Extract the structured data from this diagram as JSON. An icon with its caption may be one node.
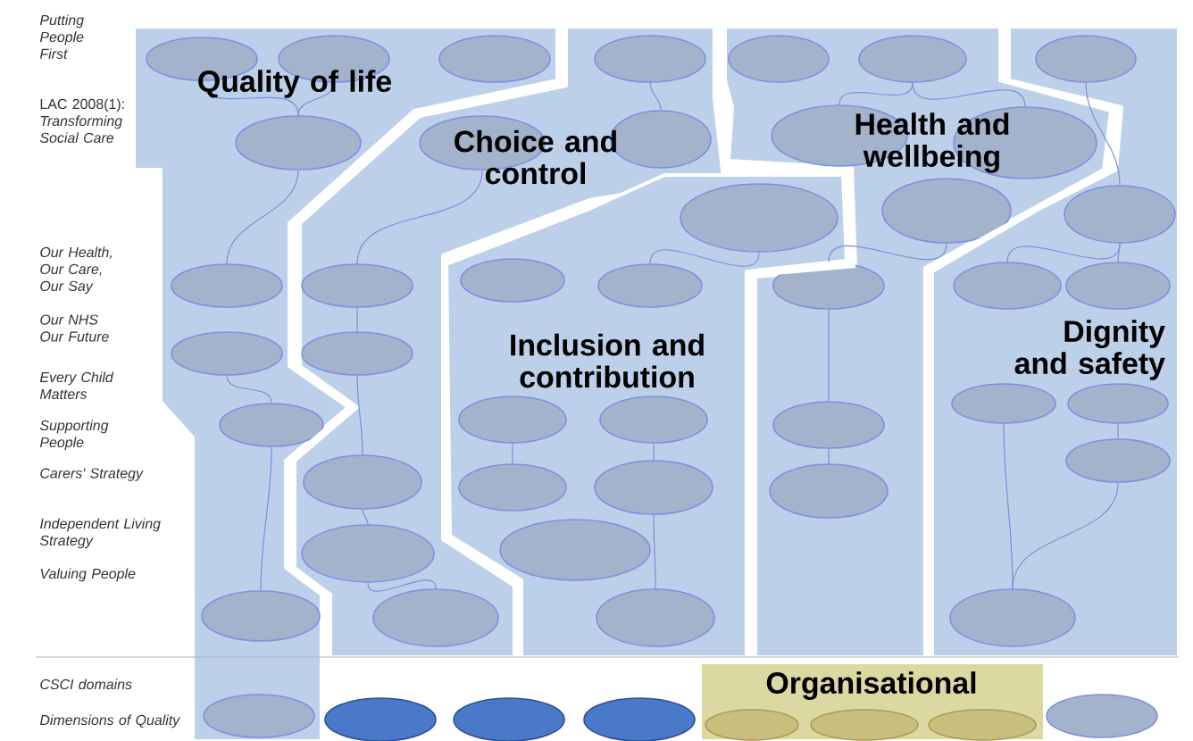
{
  "diagram": {
    "nodes": [
      {
        "text": [
          "Quality of life"
        ]
      },
      {
        "text": [
          "Choice and control"
        ]
      },
      {
        "text": [
          "Inclusion and contribution"
        ]
      },
      {
        "text": [
          "Health and wellbeing"
        ]
      },
      {
        "text": [
          "Dignity and safety"
        ]
      },
      {
        "text": [
          "Organisational"
        ]
      },
      {
        "text": [],
        "shape": "ellipse",
        "in": 0
      },
      {
        "text": [],
        "shape": "ellipse",
        "in": 0
      },
      {
        "text": [],
        "shape": "ellipse",
        "in": 0
      },
      {
        "text": [],
        "shape": "ellipse",
        "in": 0
      },
      {
        "text": [],
        "shape": "ellipse",
        "in": 0
      },
      {
        "text": [],
        "shape": "ellipse",
        "in": 0
      },
      {
        "text": [],
        "shape": "ellipse",
        "in": 0
      },
      {
        "text": [],
        "shape": "ellipse",
        "in": 0
      },
      {
        "text": [],
        "shape": "ellipse",
        "in": 0
      },
      {
        "text": [],
        "shape": "ellipse",
        "in": 1
      },
      {
        "text": [],
        "shape": "ellipse",
        "in": 1
      },
      {
        "text": [],
        "shape": "ellipse",
        "in": 1
      },
      {
        "text": [],
        "shape": "ellipse",
        "in": 1
      },
      {
        "text": [],
        "shape": "ellipse",
        "in": 1
      },
      {
        "text": [],
        "shape": "ellipse",
        "in": 1
      },
      {
        "text": [],
        "shape": "ellipse",
        "in": 1
      },
      {
        "text": [],
        "shape": "ellipse",
        "in": 1
      },
      {
        "text": [],
        "shape": "ellipse",
        "in": 2
      },
      {
        "text": [],
        "shape": "ellipse",
        "in": 2
      },
      {
        "text": [],
        "shape": "ellipse",
        "in": 2
      },
      {
        "text": [],
        "shape": "ellipse",
        "in": 2
      },
      {
        "text": [],
        "shape": "ellipse",
        "in": 2
      },
      {
        "text": [],
        "shape": "ellipse",
        "in": 2
      },
      {
        "text": [],
        "shape": "ellipse",
        "in": 2
      },
      {
        "text": [],
        "shape": "ellipse",
        "in": 2
      },
      {
        "text": [],
        "shape": "ellipse",
        "in": 2
      },
      {
        "text": [],
        "shape": "ellipse",
        "in": 3
      },
      {
        "text": [],
        "shape": "ellipse",
        "in": 3
      },
      {
        "text": [],
        "shape": "ellipse",
        "in": 3
      },
      {
        "text": [],
        "shape": "ellipse",
        "in": 3
      },
      {
        "text": [],
        "shape": "ellipse",
        "in": 3
      },
      {
        "text": [],
        "shape": "ellipse",
        "in": 3
      },
      {
        "text": [],
        "shape": "ellipse",
        "in": 3
      },
      {
        "text": [],
        "shape": "ellipse",
        "in": 3
      },
      {
        "text": [],
        "shape": "ellipse",
        "in": 4
      },
      {
        "text": [],
        "shape": "ellipse",
        "in": 4
      },
      {
        "text": [],
        "shape": "ellipse",
        "in": 4
      },
      {
        "text": [],
        "shape": "ellipse",
        "in": 4
      },
      {
        "text": [],
        "shape": "ellipse",
        "in": 4
      },
      {
        "text": [],
        "shape": "ellipse",
        "in": 4
      },
      {
        "text": [],
        "shape": "ellipse",
        "in": 4
      },
      {
        "text": [],
        "shape": "ellipse",
        "in": 4
      },
      {
        "text": [],
        "shape": "ellipse"
      },
      {
        "text": [],
        "shape": "ellipse"
      },
      {
        "text": [],
        "shape": "ellipse"
      },
      {
        "text": [],
        "shape": "ellipse",
        "in": 5
      },
      {
        "text": [],
        "shape": "ellipse",
        "in": 5
      },
      {
        "text": [],
        "shape": "ellipse",
        "in": 5
      },
      {
        "text": [],
        "shape": "ellipse"
      }
    ],
    "edges": [
      {
        "from": 6,
        "to": 9,
        "arrow": "none"
      },
      {
        "from": 7,
        "to": 9,
        "arrow": "none"
      },
      {
        "from": 9,
        "to": 10,
        "arrow": "none"
      },
      {
        "from": 11,
        "to": 12,
        "arrow": "none"
      },
      {
        "from": 12,
        "to": 13,
        "arrow": "none"
      },
      {
        "from": 15,
        "to": 17,
        "arrow": "none"
      },
      {
        "from": 16,
        "to": 18,
        "arrow": "none"
      },
      {
        "from": 18,
        "to": 19,
        "arrow": "none"
      },
      {
        "from": 19,
        "to": 20,
        "arrow": "none"
      },
      {
        "from": 20,
        "to": 21,
        "arrow": "none"
      },
      {
        "from": 21,
        "to": 22,
        "arrow": "none"
      },
      {
        "from": 25,
        "to": 24,
        "arrow": "none"
      },
      {
        "from": 26,
        "to": 27,
        "arrow": "none"
      },
      {
        "from": 28,
        "to": 29,
        "arrow": "none"
      },
      {
        "from": 29,
        "to": 31,
        "arrow": "none"
      },
      {
        "from": 33,
        "to": 34,
        "arrow": "none"
      },
      {
        "from": 33,
        "to": 35,
        "arrow": "none"
      },
      {
        "from": 36,
        "to": 37,
        "arrow": "none"
      },
      {
        "from": 37,
        "to": 38,
        "arrow": "none"
      },
      {
        "from": 38,
        "to": 39,
        "arrow": "none"
      },
      {
        "from": 40,
        "to": 41,
        "arrow": "none"
      },
      {
        "from": 41,
        "to": 42,
        "arrow": "none"
      },
      {
        "from": 41,
        "to": 43,
        "arrow": "none"
      },
      {
        "from": 45,
        "to": 46,
        "arrow": "none"
      },
      {
        "from": 46,
        "to": 47,
        "arrow": "none"
      },
      {
        "from": 44,
        "to": 47,
        "arrow": "none"
      }
    ],
    "labels": [
      "Putting People First",
      "LAC 2008(1): *Transforming Social Care*",
      "Our Health, Our Care, Our Say",
      "Our NHS Our Future",
      "Every Child Matters",
      "Supporting People",
      "Carers' Strategy",
      "Independent Living Strategy",
      "Valuing People",
      "CSCI domains",
      "Dimensions of Quality"
    ]
  }
}
